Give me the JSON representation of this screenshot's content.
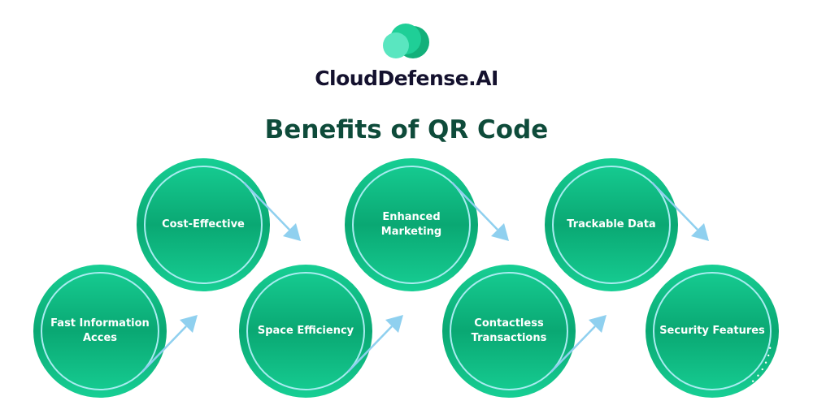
{
  "brand": {
    "name": "CloudDefense.AI",
    "colors": [
      "#1fcf97",
      "#13b07a",
      "#5ae6c0"
    ]
  },
  "title": "Benefits of QR Code",
  "colors": {
    "circle_top": "#17cf94",
    "circle_bottom": "#0aa873",
    "ring": "#a8ecf0",
    "arrow": "#8fd0ef"
  },
  "benefits": [
    {
      "label": "Fast Information Acces",
      "row": "bottom",
      "arrow": "up"
    },
    {
      "label": "Cost-Effective",
      "row": "top",
      "arrow": "down"
    },
    {
      "label": "Space Efficiency",
      "row": "bottom",
      "arrow": "up"
    },
    {
      "label": "Enhanced Marketing",
      "row": "top",
      "arrow": "down"
    },
    {
      "label": "Contactless Transactions",
      "row": "bottom",
      "arrow": "up"
    },
    {
      "label": "Trackable Data",
      "row": "top",
      "arrow": "down"
    },
    {
      "label": "Security Features",
      "row": "bottom",
      "arrow": "dots"
    }
  ]
}
